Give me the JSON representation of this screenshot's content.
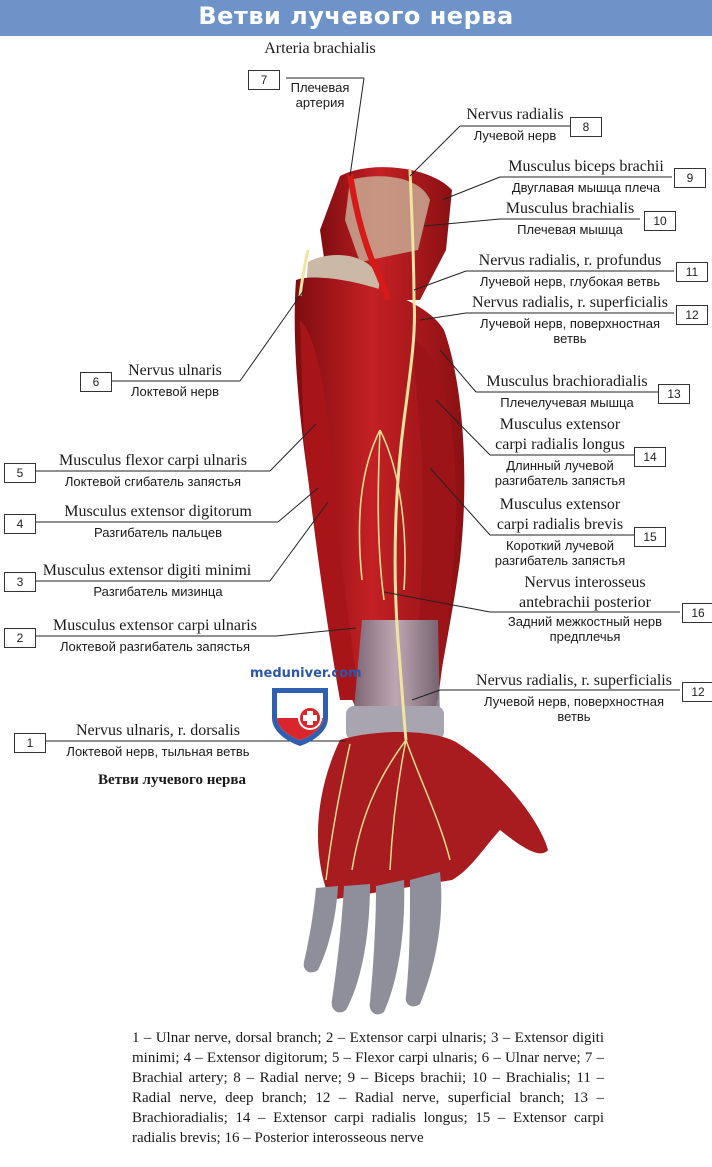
{
  "title": "Ветви лучевого нерва",
  "caption": "Ветви лучевого нерва",
  "watermark": "meduniver.com",
  "labels": [
    {
      "n": "7",
      "latin": "Arteria brachialis",
      "latin2": "",
      "russian": "Плечевая артерия"
    },
    {
      "n": "8",
      "latin": "Nervus radialis",
      "latin2": "",
      "russian": "Лучевой нерв"
    },
    {
      "n": "9",
      "latin": "Musculus biceps brachii",
      "latin2": "",
      "russian": "Двуглавая мышца плеча"
    },
    {
      "n": "10",
      "latin": "Musculus brachialis",
      "latin2": "",
      "russian": "Плечевая мышца"
    },
    {
      "n": "11",
      "latin": "Nervus radialis, r. profundus",
      "latin2": "",
      "russian": "Лучевой нерв, глубокая ветвь"
    },
    {
      "n": "12",
      "latin": "Nervus radialis, r. superficialis",
      "latin2": "",
      "russian": "Лучевой нерв, поверхностная ветвь"
    },
    {
      "n": "6",
      "latin": "Nervus ulnaris",
      "latin2": "",
      "russian": "Локтевой нерв"
    },
    {
      "n": "13",
      "latin": "Musculus brachioradialis",
      "latin2": "",
      "russian": "Плечелучевая мышца"
    },
    {
      "n": "5",
      "latin": "Musculus flexor carpi ulnaris",
      "latin2": "",
      "russian": "Локтевой сгибатель запястья"
    },
    {
      "n": "14",
      "latin": "Musculus extensor",
      "latin2": "carpi radialis longus",
      "russian": "Длинный лучевой разгибатель запястья"
    },
    {
      "n": "4",
      "latin": "Musculus extensor digitorum",
      "latin2": "",
      "russian": "Разгибатель пальцев"
    },
    {
      "n": "15",
      "latin": "Musculus extensor",
      "latin2": "carpi radialis brevis",
      "russian": "Короткий лучевой разгибатель запястья"
    },
    {
      "n": "3",
      "latin": "Musculus extensor digiti minimi",
      "latin2": "",
      "russian": "Разгибатель мизинца"
    },
    {
      "n": "16",
      "latin": "Nervus interosseus",
      "latin2": "antebrachii posterior",
      "russian": "Задний межкостный нерв предплечья"
    },
    {
      "n": "2",
      "latin": "Musculus extensor carpi ulnaris",
      "latin2": "",
      "russian": "Локтевой разгибатель запястья"
    },
    {
      "n": "12",
      "latin": "Nervus radialis, r. superficialis",
      "latin2": "",
      "russian": "Лучевой нерв, поверхностная ветвь"
    },
    {
      "n": "1",
      "latin": "Nervus ulnaris, r. dorsalis",
      "latin2": "",
      "russian": "Локтевой нерв, тыльная ветвь"
    }
  ],
  "legend": "1 – Ulnar nerve, dorsal branch; 2 – Extensor carpi ulnaris; 3 – Extensor digiti minimi; 4 – Extensor digitorum; 5 – Flexor carpi ulnaris; 6 – Ulnar nerve; 7 – Brachial artery; 8 – Radial nerve; 9 – Biceps brachii; 10 – Brachialis; 11 – Radial nerve, deep branch; 12 – Radial nerve, superficial branch; 13 – Brachioradialis; 14 – Extensor carpi radialis longus; 15 – Extensor carpi radialis brevis; 16 – Posterior interosseous nerve",
  "colors": {
    "title_bar": "#6d93c8",
    "muscle": "#b3171b",
    "tendon": "#9a9aa6",
    "nerve": "#e8d88a"
  }
}
